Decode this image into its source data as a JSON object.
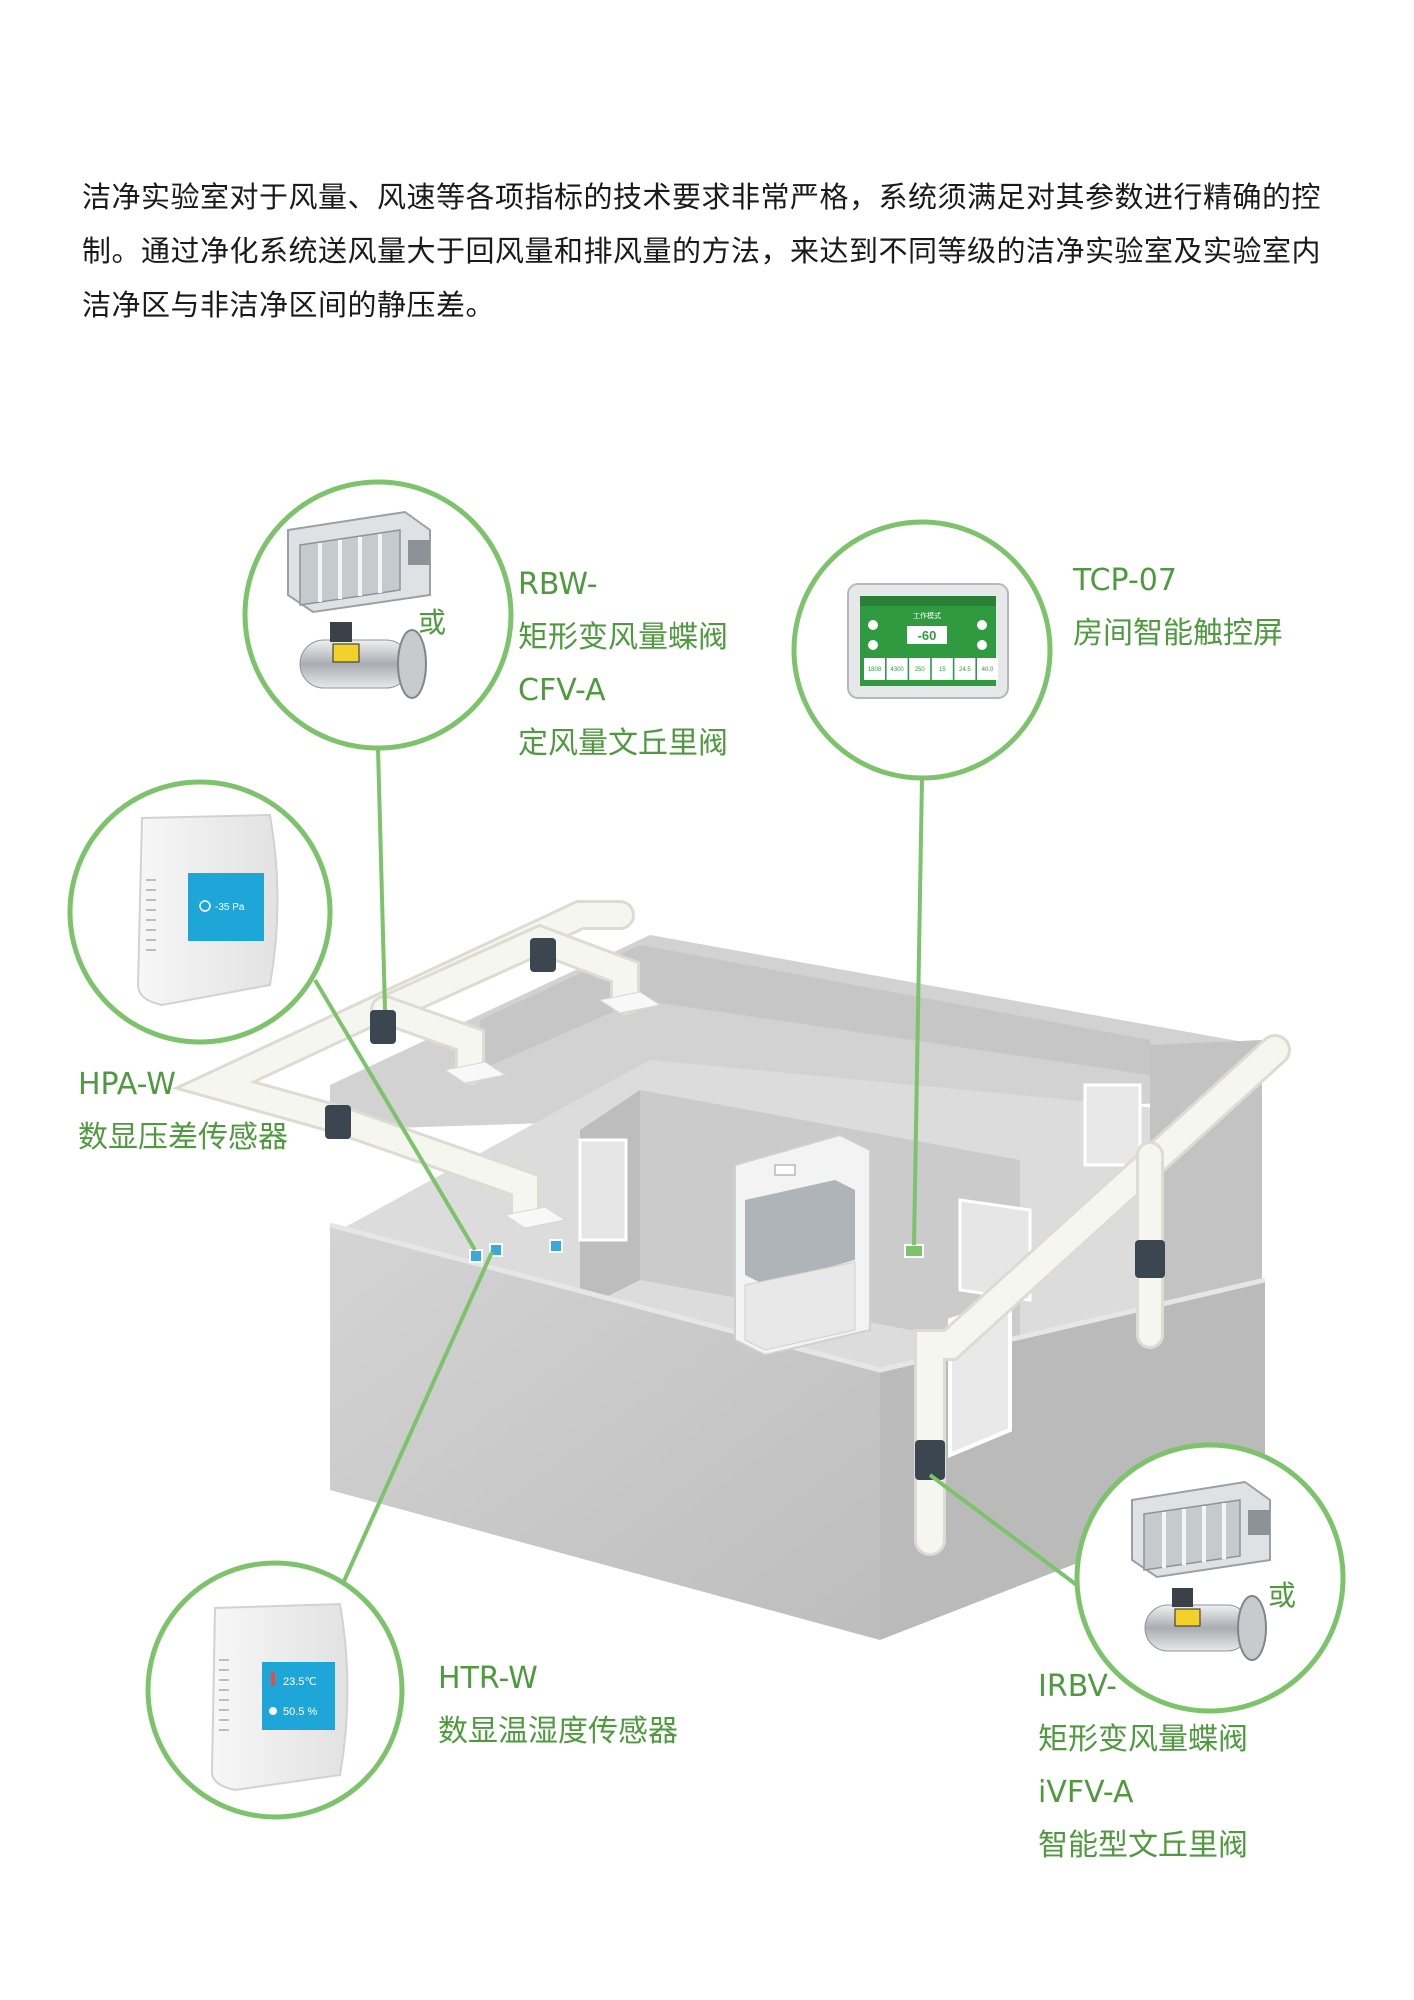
{
  "intro": {
    "line1": "洁净实验室对于风量、风速等各项指标的技术要求非常严格，系统须满足对其参数进行精确的控",
    "line2": "制。通过净化系统送风量大于回风量和排风量的方法，来达到不同等级的洁净实验室及实验室内",
    "line3": "洁净区与非洁净区间的静压差。"
  },
  "devices": {
    "rbw": {
      "model": "RBW-",
      "name": "矩形变风量蝶阀",
      "alt_model": "CFV-A",
      "alt_name": "定风量文丘里阀",
      "or": "或"
    },
    "tcp": {
      "model": "TCP-07",
      "name": "房间智能触控屏",
      "screen_value": "-60",
      "screen_title": "工作模式",
      "screen_cells": [
        "1808",
        "4300",
        "250",
        "15",
        "24.5",
        "40.0"
      ]
    },
    "hpa": {
      "model": "HPA-W",
      "name": "数显压差传感器",
      "display": "-35 Pa"
    },
    "htr": {
      "model": "HTR-W",
      "name": "数显温湿度传感器",
      "temp": "23.5℃",
      "humidity": "50.5 %"
    },
    "irbv": {
      "model": "IRBV-",
      "name": "矩形变风量蝶阀",
      "alt_model": "iVFV-A",
      "alt_name": "智能型文丘里阀",
      "or": "或"
    }
  },
  "colors": {
    "accent": "#7dc36b",
    "label_text": "#4f9a3f",
    "wall": "#c9c9c9",
    "floor": "#dedede",
    "pipe": "#f4f4ee",
    "display_blue": "#1fa6d8",
    "screen_green": "#3aa54a"
  }
}
